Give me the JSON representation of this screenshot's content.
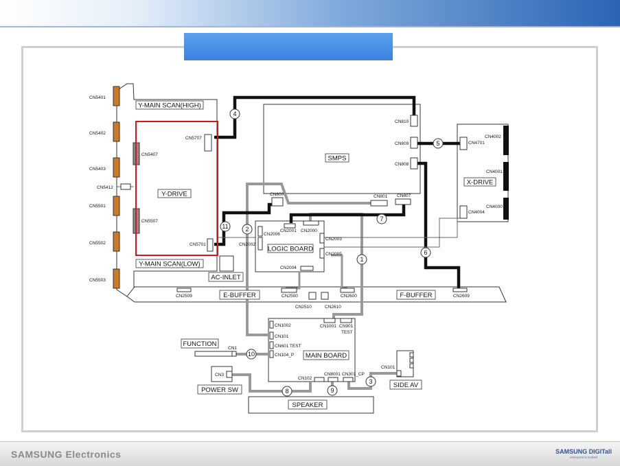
{
  "footer": {
    "company": "SAMSUNG Electronics",
    "logo": "SAMSUNG DIGITall",
    "logo_sub": "everyone's invited"
  },
  "blocks": {
    "ymain_high": "Y-MAIN SCAN(HIGH)",
    "ymain_low": "Y-MAIN SCAN(LOW)",
    "ydrive": "Y-DRIVE",
    "smps": "SMPS",
    "xdrive": "X-DRIVE",
    "logic_board": "LOGIC BOARD",
    "ac_inlet": "AC-INLET",
    "e_buffer": "E-BUFFER",
    "f_buffer": "F-BUFFER",
    "main_board": "MAIN BOARD",
    "function": "FUNCTION",
    "power_sw": "POWER SW",
    "speaker": "SPEAKER",
    "side_av": "SIDE AV"
  },
  "connectors": {
    "cn5401": "CN5401",
    "cn5402": "CN5402",
    "cn5403": "CN5403",
    "cn5412": "CN5412",
    "cn5501": "CN5501",
    "cn5502": "CN5502",
    "cn5503": "CN5503",
    "cn5407": "CN5407",
    "cn5507": "CN5507",
    "cn5707": "CN5707",
    "cn5701": "CN5701",
    "cn810": "CN810",
    "cn809": "CN809",
    "cn808": "CN808",
    "cn801": "CN801",
    "cn807": "CN807",
    "cn800": "CN800",
    "cn4701": "CN4701",
    "cn4002": "CN4002",
    "cn4001": "CN4001",
    "cn4000": "CN4000",
    "cn4004": "CN4004",
    "cn2006": "CN2006",
    "cn2001": "CN2001",
    "cn2000": "CN2000",
    "cn2002": "CN2002",
    "cn2003": "CN2003",
    "cn2005": "CN2005",
    "cn2004": "CN2004",
    "cn2509": "CN2509",
    "cn2500": "CN2500",
    "cn2510": "CN2510",
    "cn2610": "CN2610",
    "cn2600": "CN2600",
    "cn2609": "CN2609",
    "cn1001": "CN1001",
    "cn901": "CN901",
    "test": "TEST",
    "cn1002": "CN1002",
    "cn101": "CN101",
    "cn601": "CN601 TEST",
    "cn104": "CN104_P",
    "cn1": "CN1",
    "cn3": "CN3",
    "cn102": "CN102",
    "cn8001": "CN8001",
    "cn301": "CN301_CP",
    "cn101b": "CN101"
  },
  "cables": [
    "1",
    "2",
    "3",
    "4",
    "5",
    "6",
    "7",
    "8",
    "9",
    "10",
    "11"
  ],
  "colors": {
    "power_cable": "#111111",
    "signal_cable": "#999999",
    "connector_fill": "#c97a2a",
    "ydrive_outline": "#d01818",
    "title_bar": "#3b7fe0"
  }
}
